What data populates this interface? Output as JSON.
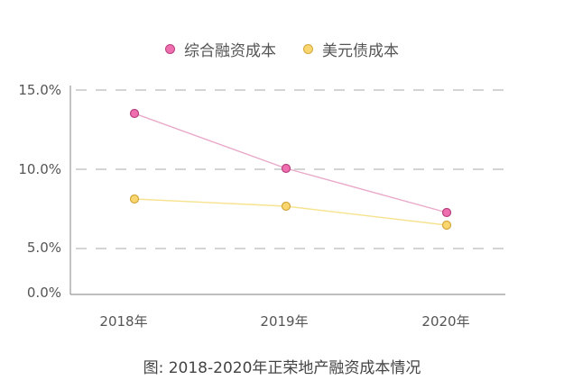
{
  "chart_data": {
    "type": "line",
    "title": "图: 2018-2020年正荣地产融资成本情况",
    "xlabel": "",
    "ylabel": "",
    "categories": [
      "2018年",
      "2019年",
      "2020年"
    ],
    "series": [
      {
        "name": "综合融资成本",
        "values": [
          13.5,
          10.0,
          7.3
        ],
        "color": "#e86aa8",
        "line_color": "#e9a9c9"
      },
      {
        "name": "美元债成本",
        "values": [
          8.1,
          7.7,
          6.5
        ],
        "color": "#f7d36b",
        "line_color": "#f7e38f"
      }
    ],
    "yticks": [
      "15.0%",
      "10.0%",
      "5.0%",
      "0.0%"
    ],
    "ylim": [
      0,
      15
    ],
    "grid": true,
    "legend_position": "top"
  },
  "legend": {
    "items": [
      {
        "label": "综合融资成本"
      },
      {
        "label": "美元债成本"
      }
    ]
  },
  "axis": {
    "y_ticks": [
      "15.0%",
      "10.0%",
      "5.0%",
      "0.0%"
    ],
    "x_ticks": [
      "2018年",
      "2019年",
      "2020年"
    ]
  },
  "caption": "图: 2018-2020年正荣地产融资成本情况"
}
